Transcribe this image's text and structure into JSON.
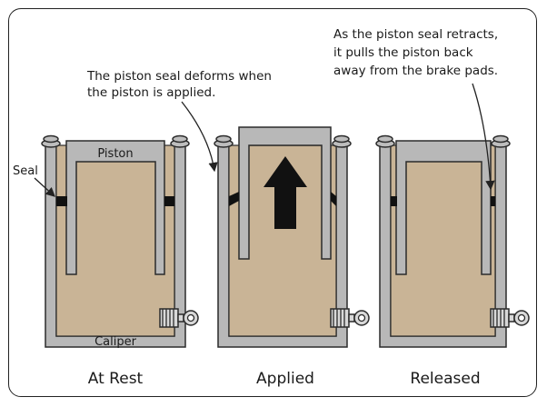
{
  "annotations": {
    "seal_label": "Seal",
    "piston_label": "Piston",
    "caliper_label": "Caliper",
    "deform_note": [
      "The piston seal deforms when",
      "the piston is applied."
    ],
    "retract_note": [
      "As the piston seal retracts,",
      "it pulls the piston back",
      "away from the brake pads."
    ]
  },
  "panels": [
    {
      "title": "At Rest",
      "state": "rest"
    },
    {
      "title": "Applied",
      "state": "applied"
    },
    {
      "title": "Released",
      "state": "released"
    }
  ],
  "colors": {
    "fluid": "#c9b496",
    "metal": "#b8b8b8",
    "outline": "#2b2b2b",
    "seal": "#111111"
  }
}
